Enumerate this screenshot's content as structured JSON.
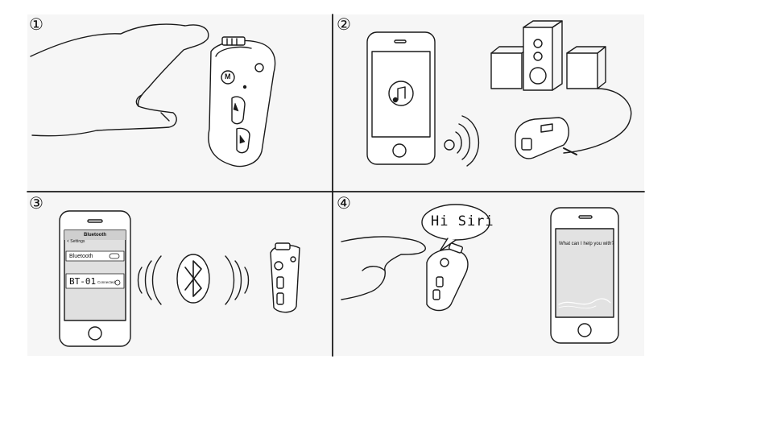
{
  "steps": [
    {
      "number": "①"
    },
    {
      "number": "②"
    },
    {
      "number": "③"
    },
    {
      "number": "④"
    }
  ],
  "device": {
    "mode_button_letter": "M"
  },
  "bluetooth_screen": {
    "title": "Bluetooth",
    "back_label": "< Settings",
    "toggle_label": "Bluetooth",
    "device_name": "BT-01",
    "status": "Connected"
  },
  "siri": {
    "speech": "Hi  Siri",
    "prompt": "What can I help you with?"
  },
  "icons": {
    "music": "music-note-icon",
    "bluetooth": "bluetooth-icon"
  }
}
